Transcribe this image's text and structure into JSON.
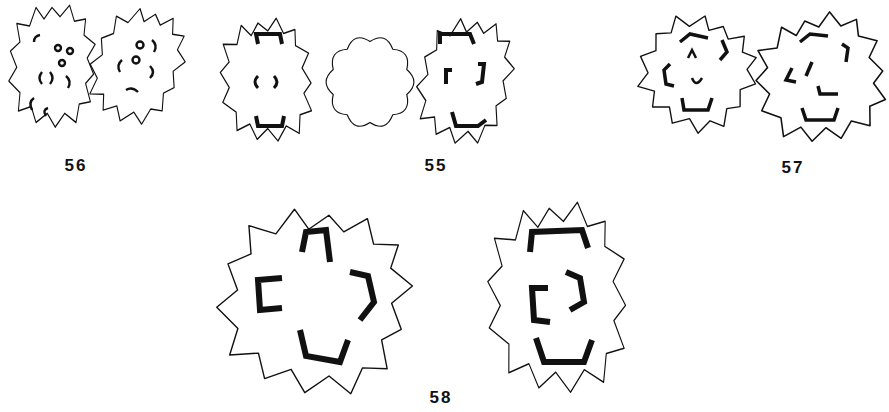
{
  "diagram": {
    "labels": [
      "56",
      "55",
      "57",
      "58"
    ]
  }
}
